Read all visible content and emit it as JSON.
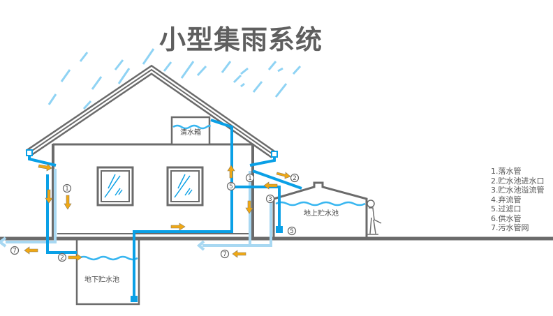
{
  "title": "小型集雨系统",
  "labels": {
    "clean_tank": "清水箱",
    "underground_tank": "地下贮水池",
    "aboveground_tank": "地上贮水池"
  },
  "legend": [
    "1.落水管",
    "2.贮水池进水口",
    "3.贮水池溢流管",
    "4.弃流管",
    "5.过滤口",
    "6.供水管",
    "7.污水管网"
  ],
  "markers": [
    "1",
    "2",
    "5",
    "1",
    "2",
    "3",
    "5",
    "7",
    "7"
  ],
  "colors": {
    "pipe": "#0aa0e6",
    "light_pipe": "#a8d8f2",
    "arrow": "#f0a814",
    "structure": "#6b6b6b",
    "rain": "#8fd3f4"
  }
}
